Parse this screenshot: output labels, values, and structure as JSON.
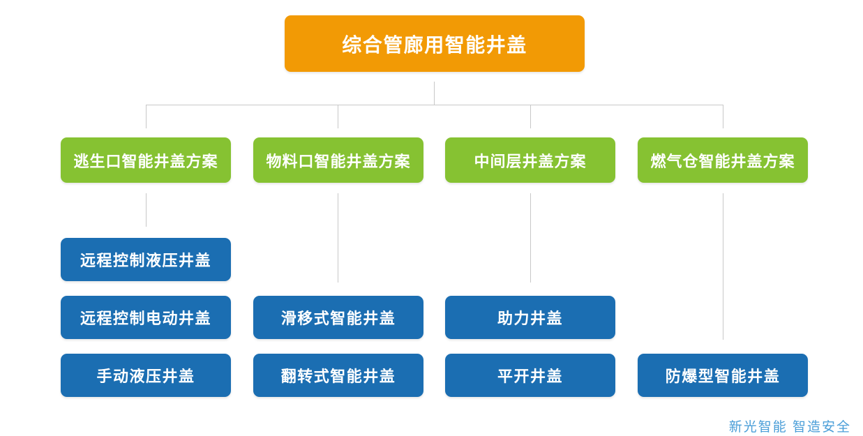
{
  "colors": {
    "root_fill": "#f29a05",
    "plan_fill": "#86c232",
    "item_fill": "#1b6eb2",
    "connector": "#c8c8c8",
    "footer_text": "#4a9ed8",
    "node_text": "#ffffff"
  },
  "chart_title": "综合管廊用智能井盖",
  "root": {
    "label": "综合管廊用智能井盖"
  },
  "columns": [
    {
      "plan": "逃生口智能井盖方案",
      "items": [
        "远程控制液压井盖",
        "远程控制电动井盖",
        "手动液压井盖"
      ]
    },
    {
      "plan": "物料口智能井盖方案",
      "items": [
        "滑移式智能井盖",
        "翻转式智能井盖"
      ]
    },
    {
      "plan": "中间层井盖方案",
      "items": [
        "助力井盖",
        "平开井盖"
      ]
    },
    {
      "plan": "燃气仓智能井盖方案",
      "items": [
        "防爆型智能井盖"
      ]
    }
  ],
  "footer": {
    "text": "新光智能 智造安全"
  }
}
